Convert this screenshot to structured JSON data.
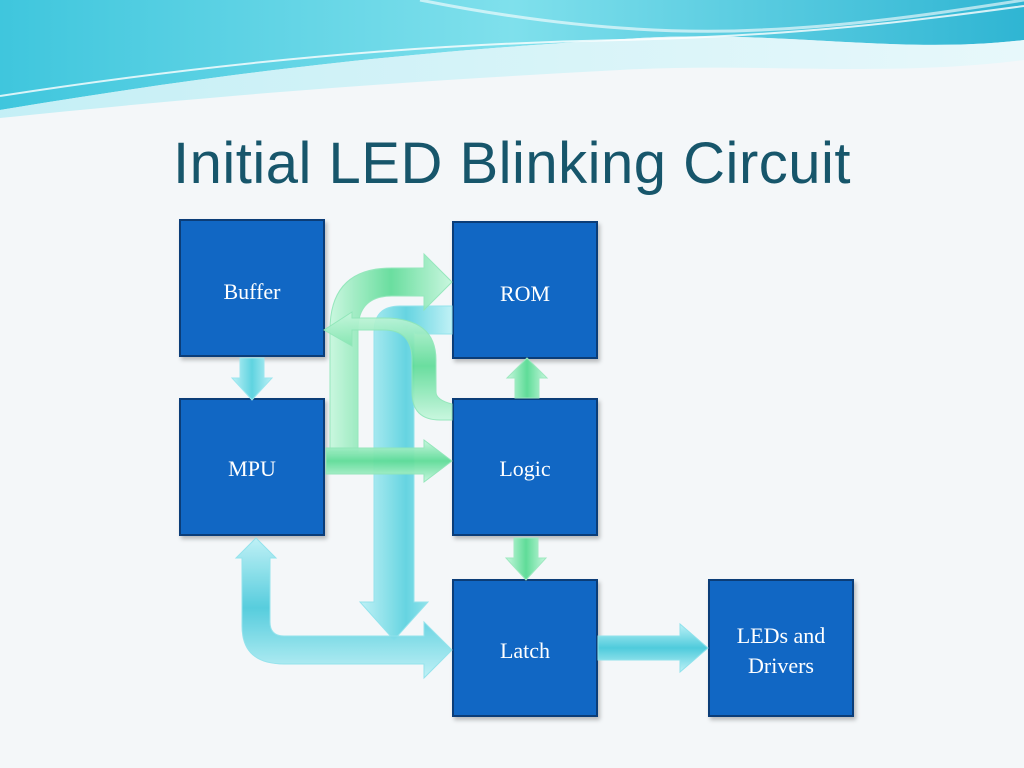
{
  "slide": {
    "title": "Initial LED Blinking Circuit"
  },
  "blocks": {
    "buffer": "Buffer",
    "rom": "ROM",
    "mpu": "MPU",
    "logic": "Logic",
    "latch": "Latch",
    "leds": "LEDs and Drivers"
  },
  "colors": {
    "block_fill": "#1167c4",
    "block_border": "#0b3d78",
    "title": "#17566b",
    "arrow_cyan": "#5fd3e0",
    "arrow_green": "#6fe3a6"
  }
}
